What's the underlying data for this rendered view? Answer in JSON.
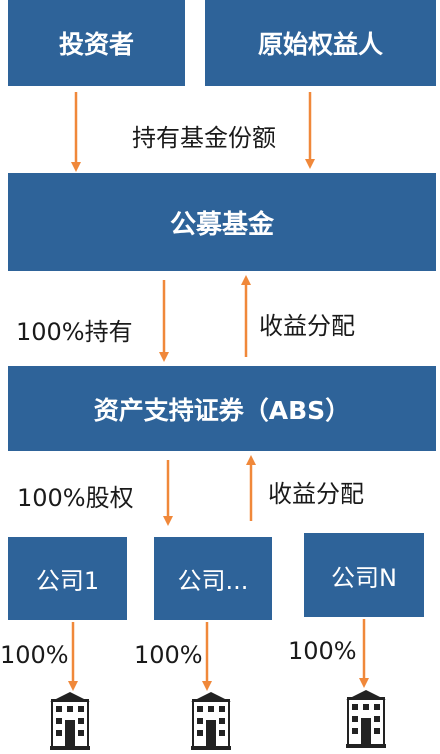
{
  "nodes": {
    "investor": "投资者",
    "original_owner": "原始权益人",
    "public_fund": "公募基金",
    "abs": "资产支持证券（ABS）",
    "company1": "公司1",
    "company_etc": "公司...",
    "companyN": "公司N"
  },
  "edges": {
    "hold_fund_share": "持有基金份额",
    "hold_100": "100%持有",
    "income_dist_1": "收益分配",
    "equity_100": "100%股权",
    "income_dist_2": "收益分配",
    "pct_c1": "100%",
    "pct_c2": "100%",
    "pct_cN": "100%"
  },
  "icons": {
    "project": "building-icon"
  },
  "colors": {
    "box": "#2e6399",
    "arrow": "#f0883a",
    "text": "#1a1a1a"
  }
}
